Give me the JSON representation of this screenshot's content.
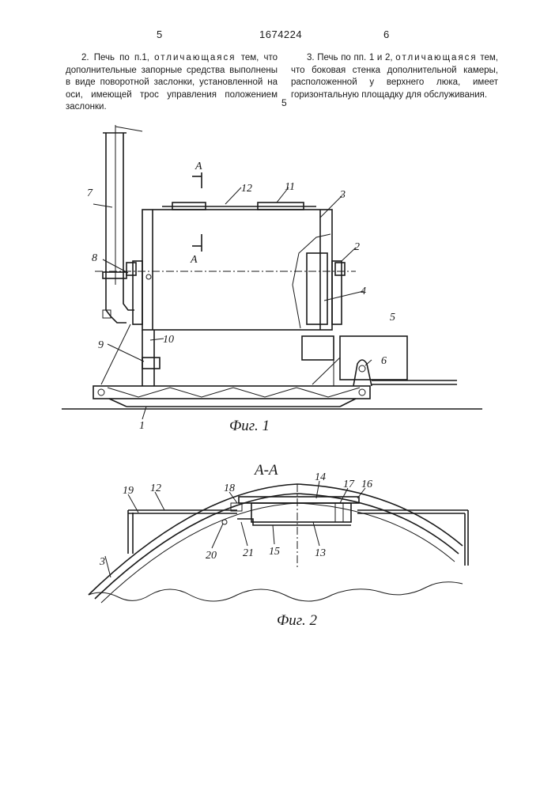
{
  "header": {
    "page_left": "5",
    "patent_number": "1674224",
    "page_right": "6"
  },
  "claims": {
    "claim2_lead": "2. Печь по п.1,",
    "claim2_spaced": "отличающаяся",
    "claim2_rest": "тем, что дополнительные запорные средства выполнены в виде поворотной заслонки, установленной на оси, имеющей трос управления положением заслонки.",
    "claim3_lead": "3. Печь по пп. 1 и 2,",
    "claim3_spaced": "отличающаяся",
    "claim3_rest": "тем, что боковая стенка дополнительной камеры, расположенной у верхнего люка, имеет горизонтальную площадку для обслуживания."
  },
  "line_marker": "5",
  "figure1": {
    "caption": "Фиг. 1",
    "section_label": "A",
    "labels": [
      "1",
      "2",
      "3",
      "4",
      "5",
      "6",
      "7",
      "8",
      "9",
      "10",
      "11",
      "12"
    ]
  },
  "figure2": {
    "caption": "Фиг. 2",
    "section_title": "А-А",
    "labels": [
      "3",
      "12",
      "13",
      "14",
      "15",
      "16",
      "17",
      "18",
      "19",
      "20",
      "21"
    ]
  }
}
